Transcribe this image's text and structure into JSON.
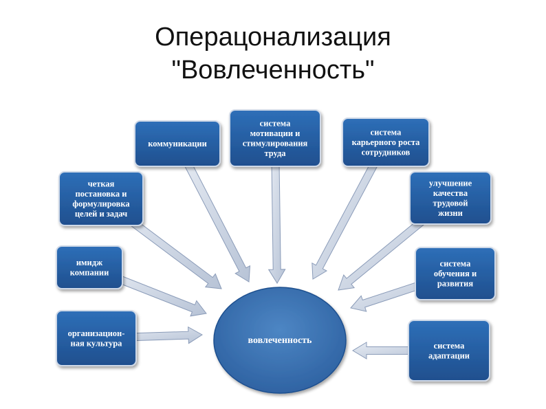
{
  "title": {
    "line1": "Операцонализация",
    "line2": "\"Вовлеченность\""
  },
  "diagram": {
    "center": "вовлеченность",
    "nodes": [
      {
        "id": "culture",
        "lines": [
          "организацион-",
          "ная культура"
        ]
      },
      {
        "id": "image",
        "lines": [
          "имидж",
          "компании"
        ]
      },
      {
        "id": "goals",
        "lines": [
          "четкая",
          "постановка и",
          "формулировка",
          "целей и задач"
        ]
      },
      {
        "id": "communications",
        "lines": [
          "коммуникации"
        ]
      },
      {
        "id": "motivation",
        "lines": [
          "система",
          "мотивации и",
          "стимулирования",
          "труда"
        ]
      },
      {
        "id": "career",
        "lines": [
          "система",
          "карьерного роста",
          "сотрудников"
        ]
      },
      {
        "id": "worklife",
        "lines": [
          "улучшение",
          "качества",
          "трудовой",
          "жизни"
        ]
      },
      {
        "id": "training",
        "lines": [
          "система",
          "обучения и",
          "развития"
        ]
      },
      {
        "id": "adaptation",
        "lines": [
          "система",
          "адаптации"
        ]
      }
    ],
    "colors": {
      "box_top": "#2e6fb8",
      "box_bottom": "#1f4f8e",
      "ellipse": "#3f77b5",
      "arrow": "#c4cfe0",
      "arrow_stroke": "#8a9bb8"
    }
  }
}
